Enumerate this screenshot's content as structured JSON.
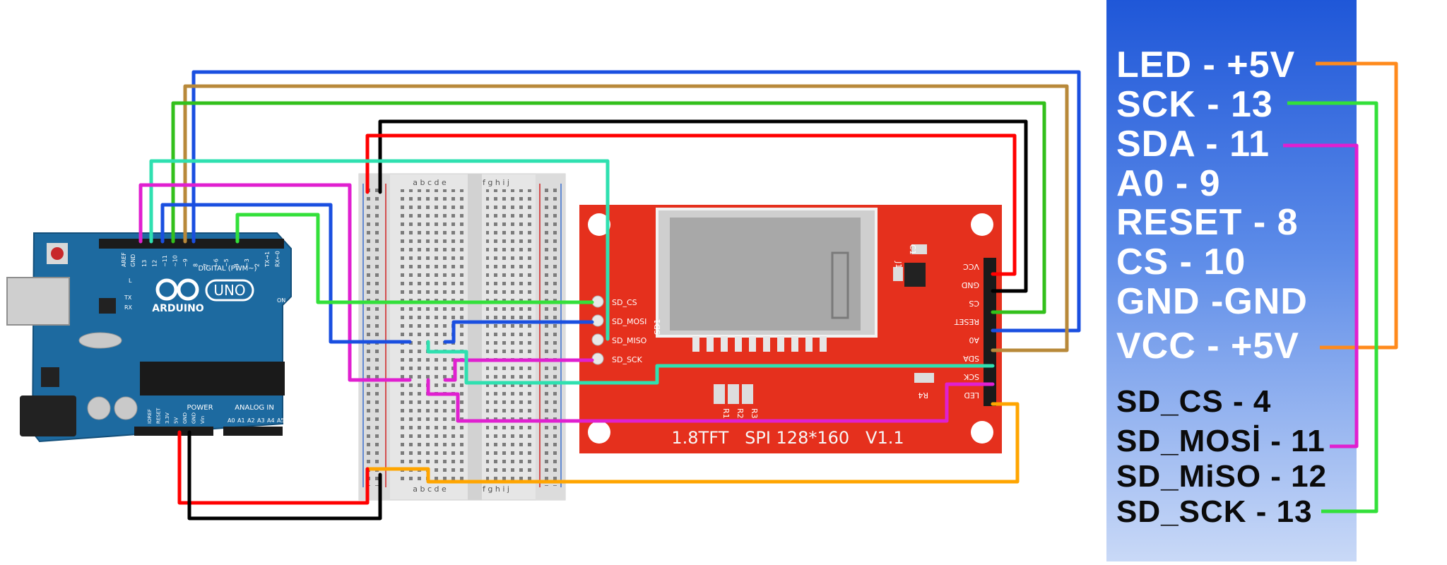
{
  "legend": {
    "tft_pins": [
      {
        "label": "LED - +5V"
      },
      {
        "label": "SCK - 13"
      },
      {
        "label": "SDA - 11"
      },
      {
        "label": "A0 - 9"
      },
      {
        "label": "RESET - 8"
      },
      {
        "label": "CS - 10"
      },
      {
        "label": "GND -GND"
      },
      {
        "label": "VCC - +5V"
      }
    ],
    "sd_pins": [
      {
        "label": "SD_CS - 4"
      },
      {
        "label": "SD_MOSİ - 11"
      },
      {
        "label": "SD_MiSO - 12"
      },
      {
        "label": "SD_SCK - 13"
      }
    ]
  },
  "arduino": {
    "brand": "ARDUINO",
    "model": "UNO",
    "digital_header": "DIGITAL (PWM~)",
    "power_header": "POWER",
    "analog_header": "ANALOG IN",
    "on_label": "ON",
    "l_label": "L",
    "tx_label": "TX",
    "rx_label": "RX",
    "aref_label": "AREF",
    "gnd_label": "GND",
    "digital_pins": [
      "13",
      "12",
      "~11",
      "~10",
      "~9",
      "8",
      "7",
      "~6",
      "~5",
      "4",
      "~3",
      "2",
      "TX→1",
      "RX←0"
    ],
    "power_pins": [
      "IOREF",
      "RESET",
      "3.3V",
      "5V",
      "GND",
      "GND",
      "Vin"
    ],
    "analog_pins": [
      "A0",
      "A1",
      "A2",
      "A3",
      "A4",
      "A5"
    ]
  },
  "breadboard": {
    "columns_left": "a b c d e",
    "columns_right": "f g h i j"
  },
  "tft_module": {
    "bottom_text": "1.8TFT   SPI 128*160   V1.1",
    "pins": [
      "VCC",
      "GND",
      "CS",
      "RESET",
      "A0",
      "SDA",
      "SCK",
      "LED"
    ],
    "sd_pins": [
      "SD_CS",
      "SD_MOSI",
      "SD_MISO",
      "SD_SCK"
    ],
    "sd_label": "SD1",
    "j1_label": "J1",
    "c1_label": "C1",
    "resistors": [
      "R1",
      "R2",
      "R3"
    ],
    "r4_label": "R4"
  },
  "colors": {
    "board_blue": "#1d6aa0",
    "tft_red": "#e5301d",
    "wire_blue": "#1a4fe0",
    "wire_tan": "#b8893a",
    "wire_green": "#33c01c",
    "wire_black": "#000000",
    "wire_red": "#ff0000",
    "wire_teal": "#2fe0b0",
    "wire_magenta": "#e020d0",
    "wire_orange": "#ffa500",
    "legend_orange": "#ff8a1c"
  }
}
